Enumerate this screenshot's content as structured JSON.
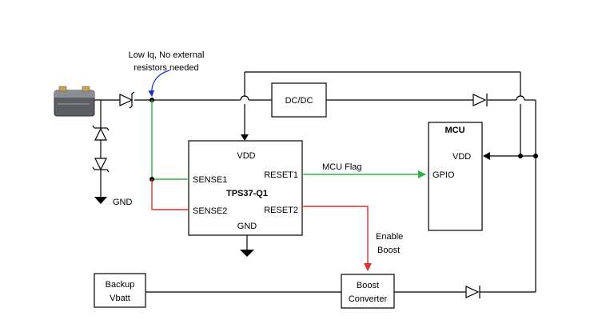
{
  "annotation": {
    "line1": "Low Iq, No external",
    "line2": "resistors needed"
  },
  "gnd_label": "GND",
  "dcdc_label": "DC/DC",
  "mcu": {
    "title": "MCU",
    "vdd": "VDD",
    "gpio": "GPIO"
  },
  "ic": {
    "name": "TPS37-Q1",
    "vdd": "VDD",
    "sense1": "SENSE1",
    "sense2": "SENSE2",
    "reset1": "RESET1",
    "reset2": "RESET2",
    "gnd": "GND"
  },
  "mcu_flag": "MCU Flag",
  "enable_boost": {
    "line1": "Enable",
    "line2": "Boost"
  },
  "backup": {
    "line1": "Backup",
    "line2": "Vbatt"
  },
  "boost": {
    "line1": "Boost",
    "line2": "Converter"
  },
  "colors": {
    "green": "#2fb34a",
    "red": "#e03030",
    "annotation_arrow": "#1c2fcf",
    "wire": "#000000"
  }
}
